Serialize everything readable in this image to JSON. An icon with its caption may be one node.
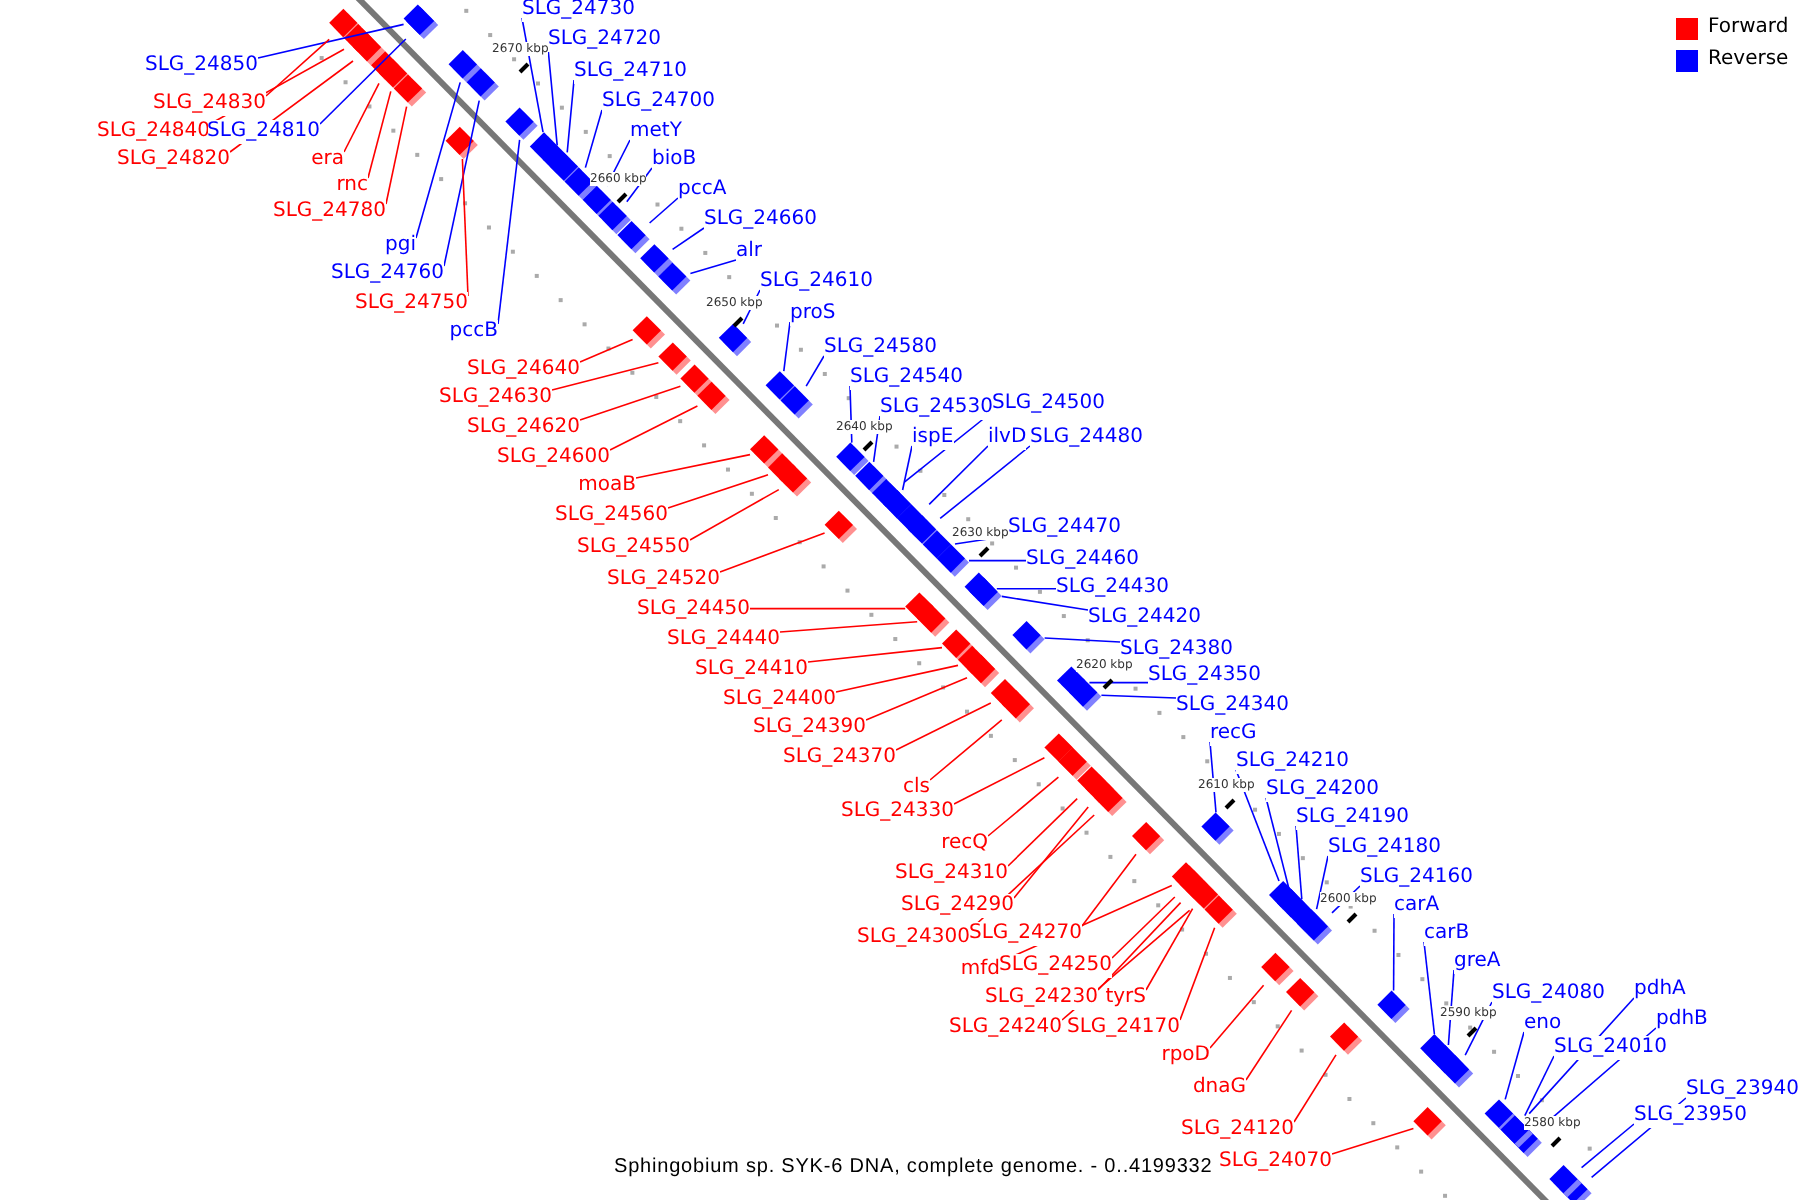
{
  "diagram": {
    "caption": "Sphingobium sp. SYK-6 DNA, complete genome. - 0..4199332",
    "nodes": [
      {
        "text": [
          "SLG_24850"
        ]
      },
      {
        "text": [
          "SLG_24830"
        ]
      },
      {
        "text": [
          "SLG_24840"
        ]
      },
      {
        "text": [
          "SLG_24810"
        ]
      },
      {
        "text": [
          "SLG_24820"
        ]
      },
      {
        "text": [
          "era"
        ]
      },
      {
        "text": [
          "rnc"
        ]
      },
      {
        "text": [
          "SLG_24780"
        ]
      },
      {
        "text": [
          "pgi"
        ]
      },
      {
        "text": [
          "SLG_24760"
        ]
      },
      {
        "text": [
          "SLG_24750"
        ]
      },
      {
        "text": [
          "pccB"
        ]
      },
      {
        "text": [
          "SLG_24730"
        ]
      },
      {
        "text": [
          "SLG_24720"
        ]
      },
      {
        "text": [
          "SLG_24710"
        ]
      },
      {
        "text": [
          "SLG_24700"
        ]
      },
      {
        "text": [
          "metY"
        ]
      },
      {
        "text": [
          "bioB"
        ]
      },
      {
        "text": [
          "pccA"
        ]
      },
      {
        "text": [
          "SLG_24660"
        ]
      },
      {
        "text": [
          "alr"
        ]
      },
      {
        "text": [
          "SLG_24610"
        ]
      },
      {
        "text": [
          "proS"
        ]
      },
      {
        "text": [
          "SLG_24580"
        ]
      },
      {
        "text": [
          "SLG_24540"
        ]
      },
      {
        "text": [
          "SLG_24530"
        ]
      },
      {
        "text": [
          "SLG_24500"
        ]
      },
      {
        "text": [
          "ispE"
        ]
      },
      {
        "text": [
          "ilvD"
        ]
      },
      {
        "text": [
          "SLG_24480"
        ]
      },
      {
        "text": [
          "SLG_24640"
        ]
      },
      {
        "text": [
          "SLG_24630"
        ]
      },
      {
        "text": [
          "SLG_24620"
        ]
      },
      {
        "text": [
          "SLG_24600"
        ]
      },
      {
        "text": [
          "moaB"
        ]
      },
      {
        "text": [
          "SLG_24560"
        ]
      },
      {
        "text": [
          "SLG_24550"
        ]
      },
      {
        "text": [
          "SLG_24520"
        ]
      },
      {
        "text": [
          "SLG_24470"
        ]
      },
      {
        "text": [
          "SLG_24460"
        ]
      },
      {
        "text": [
          "SLG_24430"
        ]
      },
      {
        "text": [
          "SLG_24420"
        ]
      },
      {
        "text": [
          "SLG_24380"
        ]
      },
      {
        "text": [
          "SLG_24350"
        ]
      },
      {
        "text": [
          "SLG_24340"
        ]
      },
      {
        "text": [
          "SLG_24450"
        ]
      },
      {
        "text": [
          "SLG_24440"
        ]
      },
      {
        "text": [
          "SLG_24410"
        ]
      },
      {
        "text": [
          "SLG_24400"
        ]
      },
      {
        "text": [
          "SLG_24390"
        ]
      },
      {
        "text": [
          "SLG_24370"
        ]
      },
      {
        "text": [
          "recG"
        ]
      },
      {
        "text": [
          "SLG_24210"
        ]
      },
      {
        "text": [
          "SLG_24200"
        ]
      },
      {
        "text": [
          "SLG_24190"
        ]
      },
      {
        "text": [
          "SLG_24180"
        ]
      },
      {
        "text": [
          "SLG_24160"
        ]
      },
      {
        "text": [
          "cls"
        ]
      },
      {
        "text": [
          "SLG_24330"
        ]
      },
      {
        "text": [
          "recQ"
        ]
      },
      {
        "text": [
          "SLG_24310"
        ]
      },
      {
        "text": [
          "SLG_24290"
        ]
      },
      {
        "text": [
          "SLG_24300"
        ]
      },
      {
        "text": [
          "SLG_24270"
        ]
      },
      {
        "text": [
          "carA"
        ]
      },
      {
        "text": [
          "carB"
        ]
      },
      {
        "text": [
          "greA"
        ]
      },
      {
        "text": [
          "mfd"
        ]
      },
      {
        "text": [
          "SLG_24250"
        ]
      },
      {
        "text": [
          "SLG_24230"
        ]
      },
      {
        "text": [
          "tyrS"
        ]
      },
      {
        "text": [
          "SLG_24240"
        ]
      },
      {
        "text": [
          "SLG_24170"
        ]
      },
      {
        "text": [
          "SLG_24080"
        ]
      },
      {
        "text": [
          "pdhA"
        ]
      },
      {
        "text": [
          "pdhB"
        ]
      },
      {
        "text": [
          "eno"
        ]
      },
      {
        "text": [
          "SLG_24010"
        ]
      },
      {
        "text": [
          "rpoD"
        ]
      },
      {
        "text": [
          "dnaG"
        ]
      },
      {
        "text": [
          "SLG_24120"
        ]
      },
      {
        "text": [
          "SLG_24070"
        ]
      },
      {
        "text": [
          "SLG_23940"
        ]
      },
      {
        "text": [
          "SLG_23950"
        ]
      },
      {
        "text": [],
        "shape": "box"
      },
      {
        "text": [],
        "shape": "box"
      },
      {
        "text": [],
        "shape": "box"
      },
      {
        "text": [],
        "shape": "box"
      },
      {
        "text": [],
        "shape": "box"
      },
      {
        "text": [],
        "shape": "box"
      },
      {
        "text": [],
        "shape": "box"
      },
      {
        "text": [],
        "shape": "box"
      },
      {
        "text": [],
        "shape": "box"
      },
      {
        "text": [],
        "shape": "box"
      },
      {
        "text": [],
        "shape": "box"
      },
      {
        "text": [],
        "shape": "box"
      },
      {
        "text": [],
        "shape": "box"
      },
      {
        "text": [],
        "shape": "box"
      },
      {
        "text": [],
        "shape": "box"
      },
      {
        "text": [],
        "shape": "box"
      },
      {
        "text": [],
        "shape": "box"
      },
      {
        "text": [],
        "shape": "box"
      },
      {
        "text": [],
        "shape": "box"
      },
      {
        "text": [],
        "shape": "box"
      },
      {
        "text": [],
        "shape": "box"
      },
      {
        "text": [],
        "shape": "box"
      },
      {
        "text": [],
        "shape": "box"
      },
      {
        "text": [],
        "shape": "box"
      },
      {
        "text": [],
        "shape": "box"
      },
      {
        "text": [],
        "shape": "box"
      },
      {
        "text": [],
        "shape": "box"
      },
      {
        "text": [],
        "shape": "box"
      },
      {
        "text": [],
        "shape": "box"
      },
      {
        "text": [],
        "shape": "box"
      },
      {
        "text": [],
        "shape": "box"
      },
      {
        "text": [],
        "shape": "box"
      },
      {
        "text": [],
        "shape": "box"
      },
      {
        "text": [],
        "shape": "box"
      },
      {
        "text": [],
        "shape": "box"
      },
      {
        "text": [],
        "shape": "box"
      },
      {
        "text": [],
        "shape": "box"
      },
      {
        "text": [],
        "shape": "box"
      },
      {
        "text": [],
        "shape": "box"
      },
      {
        "text": [],
        "shape": "box"
      },
      {
        "text": [],
        "shape": "box"
      },
      {
        "text": [],
        "shape": "box"
      },
      {
        "text": [],
        "shape": "box"
      },
      {
        "text": [],
        "shape": "box"
      },
      {
        "text": [],
        "shape": "box"
      },
      {
        "text": [],
        "shape": "box"
      },
      {
        "text": [],
        "shape": "box"
      },
      {
        "text": [],
        "shape": "box"
      },
      {
        "text": [],
        "shape": "box"
      },
      {
        "text": [],
        "shape": "box"
      },
      {
        "text": [],
        "shape": "box"
      },
      {
        "text": [],
        "shape": "box"
      },
      {
        "text": [],
        "shape": "box"
      },
      {
        "text": [],
        "shape": "box"
      },
      {
        "text": [],
        "shape": "box"
      },
      {
        "text": [],
        "shape": "box"
      },
      {
        "text": [],
        "shape": "box"
      },
      {
        "text": [],
        "shape": "box"
      },
      {
        "text": [],
        "shape": "box"
      },
      {
        "text": [],
        "shape": "box"
      },
      {
        "text": [],
        "shape": "box"
      },
      {
        "text": [],
        "shape": "box"
      },
      {
        "text": [],
        "shape": "box"
      },
      {
        "text": [],
        "shape": "box"
      },
      {
        "text": [],
        "shape": "box"
      },
      {
        "text": [],
        "shape": "box"
      },
      {
        "text": [],
        "shape": "box"
      },
      {
        "text": [],
        "shape": "box"
      },
      {
        "text": [],
        "shape": "box"
      },
      {
        "text": [],
        "shape": "box"
      },
      {
        "text": [],
        "shape": "box"
      },
      {
        "text": [],
        "shape": "box"
      },
      {
        "text": [],
        "shape": "box"
      },
      {
        "text": [],
        "shape": "box"
      },
      {
        "text": [],
        "shape": "box"
      },
      {
        "text": [],
        "shape": "box"
      },
      {
        "text": [],
        "shape": "box"
      },
      {
        "text": [],
        "shape": "box"
      },
      {
        "text": [],
        "shape": "box"
      },
      {
        "text": [],
        "shape": "box"
      },
      {
        "text": [],
        "shape": "box"
      },
      {
        "text": [],
        "shape": "box"
      },
      {
        "text": [],
        "shape": "box"
      },
      {
        "text": [],
        "shape": "box"
      }
    ],
    "edges": [
      {
        "from": 0,
        "to": 84,
        "arrow": "none",
        "color": "#0000ff"
      },
      {
        "from": 1,
        "to": 85,
        "arrow": "none",
        "color": "#ff0000"
      },
      {
        "from": 2,
        "to": 86,
        "arrow": "none",
        "color": "#ff0000"
      },
      {
        "from": 3,
        "to": 87,
        "arrow": "none",
        "color": "#0000ff"
      },
      {
        "from": 4,
        "to": 88,
        "arrow": "none",
        "color": "#ff0000"
      },
      {
        "from": 5,
        "to": 89,
        "arrow": "none",
        "color": "#ff0000"
      },
      {
        "from": 6,
        "to": 90,
        "arrow": "none",
        "color": "#ff0000"
      },
      {
        "from": 7,
        "to": 91,
        "arrow": "none",
        "color": "#ff0000"
      },
      {
        "from": 8,
        "to": 92,
        "arrow": "none",
        "color": "#0000ff"
      },
      {
        "from": 9,
        "to": 93,
        "arrow": "none",
        "color": "#0000ff"
      },
      {
        "from": 10,
        "to": 94,
        "arrow": "none",
        "color": "#ff0000"
      },
      {
        "from": 11,
        "to": 95,
        "arrow": "none",
        "color": "#0000ff"
      },
      {
        "from": 12,
        "to": 96,
        "arrow": "none",
        "color": "#0000ff"
      },
      {
        "from": 13,
        "to": 97,
        "arrow": "none",
        "color": "#0000ff"
      },
      {
        "from": 14,
        "to": 98,
        "arrow": "none",
        "color": "#0000ff"
      },
      {
        "from": 15,
        "to": 99,
        "arrow": "none",
        "color": "#0000ff"
      },
      {
        "from": 16,
        "to": 100,
        "arrow": "none",
        "color": "#0000ff"
      },
      {
        "from": 17,
        "to": 101,
        "arrow": "none",
        "color": "#0000ff"
      },
      {
        "from": 18,
        "to": 102,
        "arrow": "none",
        "color": "#0000ff"
      },
      {
        "from": 19,
        "to": 103,
        "arrow": "none",
        "color": "#0000ff"
      },
      {
        "from": 20,
        "to": 104,
        "arrow": "none",
        "color": "#0000ff"
      },
      {
        "from": 21,
        "to": 105,
        "arrow": "none",
        "color": "#0000ff"
      },
      {
        "from": 22,
        "to": 106,
        "arrow": "none",
        "color": "#0000ff"
      },
      {
        "from": 23,
        "to": 107,
        "arrow": "none",
        "color": "#0000ff"
      },
      {
        "from": 24,
        "to": 108,
        "arrow": "none",
        "color": "#0000ff"
      },
      {
        "from": 25,
        "to": 109,
        "arrow": "none",
        "color": "#0000ff"
      },
      {
        "from": 26,
        "to": 110,
        "arrow": "none",
        "color": "#0000ff"
      },
      {
        "from": 27,
        "to": 111,
        "arrow": "none",
        "color": "#0000ff"
      },
      {
        "from": 28,
        "to": 112,
        "arrow": "none",
        "color": "#0000ff"
      },
      {
        "from": 29,
        "to": 113,
        "arrow": "none",
        "color": "#0000ff"
      },
      {
        "from": 30,
        "to": 114,
        "arrow": "none",
        "color": "#ff0000"
      },
      {
        "from": 31,
        "to": 115,
        "arrow": "none",
        "color": "#ff0000"
      },
      {
        "from": 32,
        "to": 116,
        "arrow": "none",
        "color": "#ff0000"
      },
      {
        "from": 33,
        "to": 117,
        "arrow": "none",
        "color": "#ff0000"
      },
      {
        "from": 34,
        "to": 118,
        "arrow": "none",
        "color": "#ff0000"
      },
      {
        "from": 35,
        "to": 119,
        "arrow": "none",
        "color": "#ff0000"
      },
      {
        "from": 36,
        "to": 120,
        "arrow": "none",
        "color": "#ff0000"
      },
      {
        "from": 37,
        "to": 121,
        "arrow": "none",
        "color": "#ff0000"
      },
      {
        "from": 38,
        "to": 122,
        "arrow": "none",
        "color": "#0000ff"
      },
      {
        "from": 39,
        "to": 123,
        "arrow": "none",
        "color": "#0000ff"
      },
      {
        "from": 40,
        "to": 124,
        "arrow": "none",
        "color": "#0000ff"
      },
      {
        "from": 41,
        "to": 125,
        "arrow": "none",
        "color": "#0000ff"
      },
      {
        "from": 42,
        "to": 126,
        "arrow": "none",
        "color": "#0000ff"
      },
      {
        "from": 43,
        "to": 127,
        "arrow": "none",
        "color": "#0000ff"
      },
      {
        "from": 44,
        "to": 128,
        "arrow": "none",
        "color": "#0000ff"
      },
      {
        "from": 45,
        "to": 129,
        "arrow": "none",
        "color": "#ff0000"
      },
      {
        "from": 46,
        "to": 130,
        "arrow": "none",
        "color": "#ff0000"
      },
      {
        "from": 47,
        "to": 131,
        "arrow": "none",
        "color": "#ff0000"
      },
      {
        "from": 48,
        "to": 132,
        "arrow": "none",
        "color": "#ff0000"
      },
      {
        "from": 49,
        "to": 133,
        "arrow": "none",
        "color": "#ff0000"
      },
      {
        "from": 50,
        "to": 134,
        "arrow": "none",
        "color": "#ff0000"
      },
      {
        "from": 51,
        "to": 135,
        "arrow": "none",
        "color": "#0000ff"
      },
      {
        "from": 52,
        "to": 136,
        "arrow": "none",
        "color": "#0000ff"
      },
      {
        "from": 53,
        "to": 137,
        "arrow": "none",
        "color": "#0000ff"
      },
      {
        "from": 54,
        "to": 138,
        "arrow": "none",
        "color": "#0000ff"
      },
      {
        "from": 55,
        "to": 139,
        "arrow": "none",
        "color": "#0000ff"
      },
      {
        "from": 56,
        "to": 140,
        "arrow": "none",
        "color": "#0000ff"
      },
      {
        "from": 57,
        "to": 141,
        "arrow": "none",
        "color": "#ff0000"
      },
      {
        "from": 58,
        "to": 142,
        "arrow": "none",
        "color": "#ff0000"
      },
      {
        "from": 59,
        "to": 143,
        "arrow": "none",
        "color": "#ff0000"
      },
      {
        "from": 60,
        "to": 144,
        "arrow": "none",
        "color": "#ff0000"
      },
      {
        "from": 61,
        "to": 145,
        "arrow": "none",
        "color": "#ff0000"
      },
      {
        "from": 62,
        "to": 146,
        "arrow": "none",
        "color": "#ff0000"
      },
      {
        "from": 63,
        "to": 147,
        "arrow": "none",
        "color": "#ff0000"
      },
      {
        "from": 64,
        "to": 148,
        "arrow": "none",
        "color": "#0000ff"
      },
      {
        "from": 65,
        "to": 149,
        "arrow": "none",
        "color": "#0000ff"
      },
      {
        "from": 66,
        "to": 150,
        "arrow": "none",
        "color": "#0000ff"
      },
      {
        "from": 67,
        "to": 151,
        "arrow": "none",
        "color": "#ff0000"
      },
      {
        "from": 68,
        "to": 152,
        "arrow": "none",
        "color": "#ff0000"
      },
      {
        "from": 69,
        "to": 153,
        "arrow": "none",
        "color": "#ff0000"
      },
      {
        "from": 70,
        "to": 154,
        "arrow": "none",
        "color": "#ff0000"
      },
      {
        "from": 71,
        "to": 155,
        "arrow": "none",
        "color": "#ff0000"
      },
      {
        "from": 72,
        "to": 156,
        "arrow": "none",
        "color": "#ff0000"
      },
      {
        "from": 73,
        "to": 157,
        "arrow": "none",
        "color": "#0000ff"
      },
      {
        "from": 74,
        "to": 158,
        "arrow": "none",
        "color": "#0000ff"
      },
      {
        "from": 75,
        "to": 159,
        "arrow": "none",
        "color": "#0000ff"
      },
      {
        "from": 76,
        "to": 160,
        "arrow": "none",
        "color": "#0000ff"
      },
      {
        "from": 77,
        "to": 161,
        "arrow": "none",
        "color": "#0000ff"
      },
      {
        "from": 78,
        "to": 162,
        "arrow": "none",
        "color": "#ff0000"
      },
      {
        "from": 79,
        "to": 163,
        "arrow": "none",
        "color": "#ff0000"
      },
      {
        "from": 80,
        "to": 164,
        "arrow": "none",
        "color": "#ff0000"
      },
      {
        "from": 81,
        "to": 165,
        "arrow": "none",
        "color": "#ff0000"
      },
      {
        "from": 82,
        "to": 166,
        "arrow": "none",
        "color": "#0000ff"
      },
      {
        "from": 83,
        "to": 167,
        "arrow": "none",
        "color": "#0000ff"
      }
    ],
    "labels": [
      "2670 kbp",
      "2660 kbp",
      "2650 kbp",
      "2640 kbp",
      "2630 kbp",
      "2620 kbp",
      "2610 kbp",
      "2600 kbp",
      "2590 kbp",
      "2580 kbp"
    ],
    "legend": [
      {
        "text": "Forward",
        "color": "#ff0000"
      },
      {
        "text": "Reverse",
        "color": "#0000ff"
      }
    ]
  }
}
